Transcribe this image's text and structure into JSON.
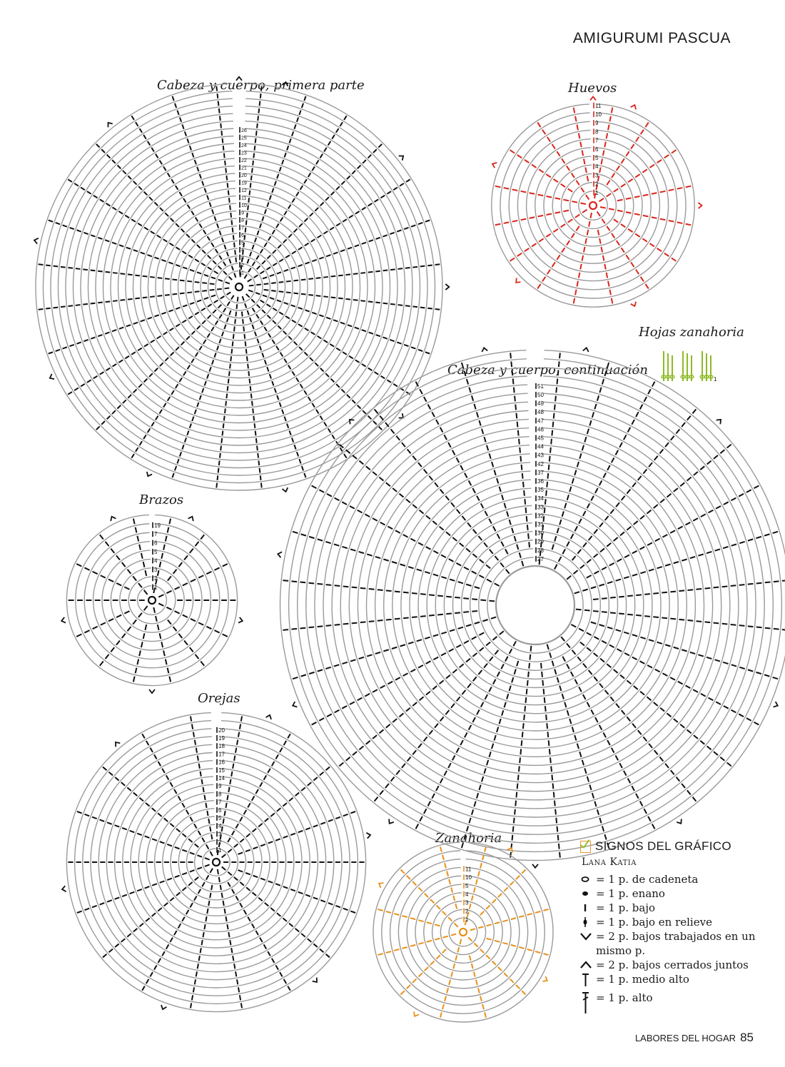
{
  "page": {
    "header": "AMIGURUMI PASCUA",
    "footer_magazine": "LABORES DEL HOGAR",
    "page_number": "85"
  },
  "charts": [
    {
      "id": "cabeza1",
      "title": "Cabeza y cuerpo, primera parte",
      "color": "#111111",
      "row_labels": [
        "1",
        "2",
        "3",
        "4",
        "5",
        "6",
        "7",
        "8",
        "9",
        "10",
        "11",
        "12",
        "19",
        "20",
        "21",
        "22",
        "23",
        "24",
        "25",
        "26"
      ]
    },
    {
      "id": "huevos",
      "title": "Huevos",
      "color": "#d8261c",
      "row_labels": [
        "1",
        "2",
        "3",
        "4",
        "5",
        "6",
        "7",
        "8",
        "9",
        "10",
        "11"
      ]
    },
    {
      "id": "hojas",
      "title": "Hojas zanahoria",
      "color": "#8dbb25",
      "row_labels": [
        "1"
      ]
    },
    {
      "id": "cabeza2",
      "title": "Cabeza y cuerpo, continuación",
      "color": "#111111",
      "row_labels": [
        "27",
        "28",
        "29",
        "30",
        "31",
        "32",
        "33",
        "34",
        "35",
        "36",
        "37",
        "42",
        "43",
        "44",
        "45",
        "46",
        "47",
        "48",
        "49",
        "50",
        "51"
      ]
    },
    {
      "id": "brazos",
      "title": "Brazos",
      "color": "#111111",
      "row_labels": [
        "1",
        "2",
        "3",
        "4",
        "5",
        "6",
        "7",
        "19"
      ]
    },
    {
      "id": "orejas",
      "title": "Orejas",
      "color": "#111111",
      "row_labels": [
        "1",
        "2",
        "3",
        "4",
        "5",
        "6",
        "7",
        "8",
        "9",
        "14",
        "15",
        "16",
        "17",
        "18",
        "19",
        "20"
      ]
    },
    {
      "id": "zanahoria",
      "title": "Zanahoria",
      "color": "#e8901a",
      "row_labels": [
        "1",
        "2",
        "3",
        "4",
        "5",
        "10",
        "11"
      ]
    }
  ],
  "legend": {
    "title": "SIGNOS DEL GRÁFICO",
    "brand": "Lana Katia",
    "items": [
      {
        "symbol": "chain-icon",
        "text": "= 1 p. de cadeneta"
      },
      {
        "symbol": "slip-stitch-icon",
        "text": "= 1 p. enano"
      },
      {
        "symbol": "single-crochet-icon",
        "text": "= 1 p. bajo"
      },
      {
        "symbol": "relief-stitch-icon",
        "text": "= 1 p. bajo en relieve"
      },
      {
        "symbol": "increase-icon",
        "text": "= 2 p. bajos trabajados en un mismo p."
      },
      {
        "symbol": "decrease-icon",
        "text": "= 2 p. bajos cerrados juntos"
      },
      {
        "symbol": "half-double-icon",
        "text": "= 1 p. medio alto"
      },
      {
        "symbol": "double-crochet-icon",
        "text": "= 1 p. alto"
      }
    ]
  }
}
